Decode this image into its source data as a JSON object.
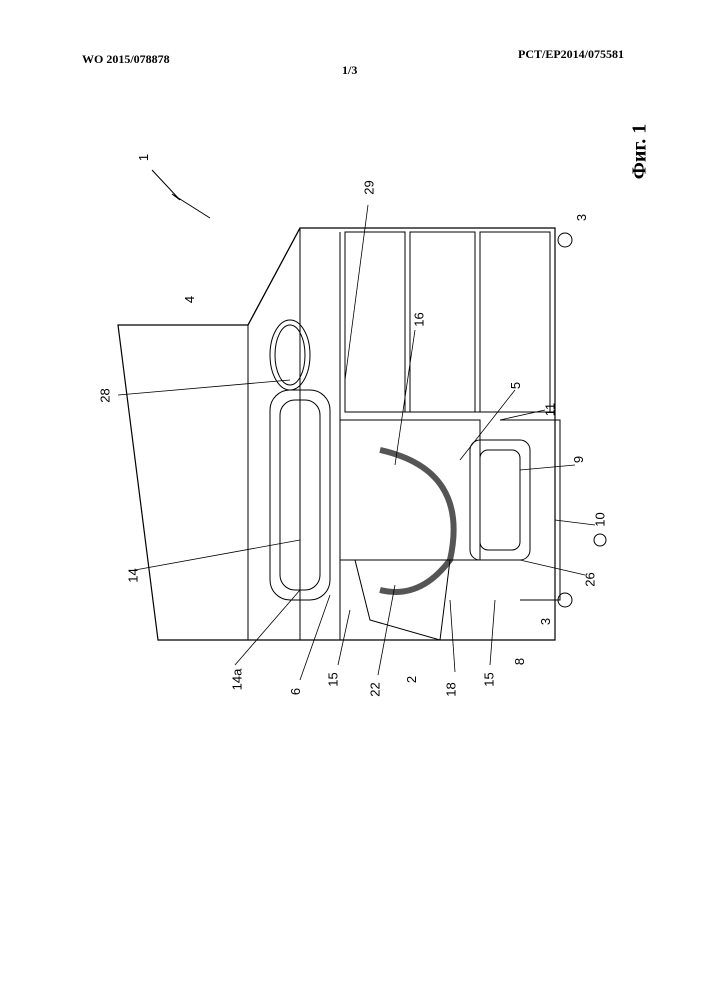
{
  "header": {
    "publication_number": "WO 2015/078878",
    "application_number": "PCT/EP2014/075581",
    "sheet": "1/3"
  },
  "figure": {
    "caption": "Фиг. 1",
    "reference_labels": [
      "1",
      "29",
      "4",
      "28",
      "16",
      "5",
      "11",
      "9",
      "10",
      "26",
      "3",
      "3",
      "8",
      "15",
      "18",
      "2",
      "22",
      "15",
      "6",
      "14a",
      "14"
    ]
  }
}
